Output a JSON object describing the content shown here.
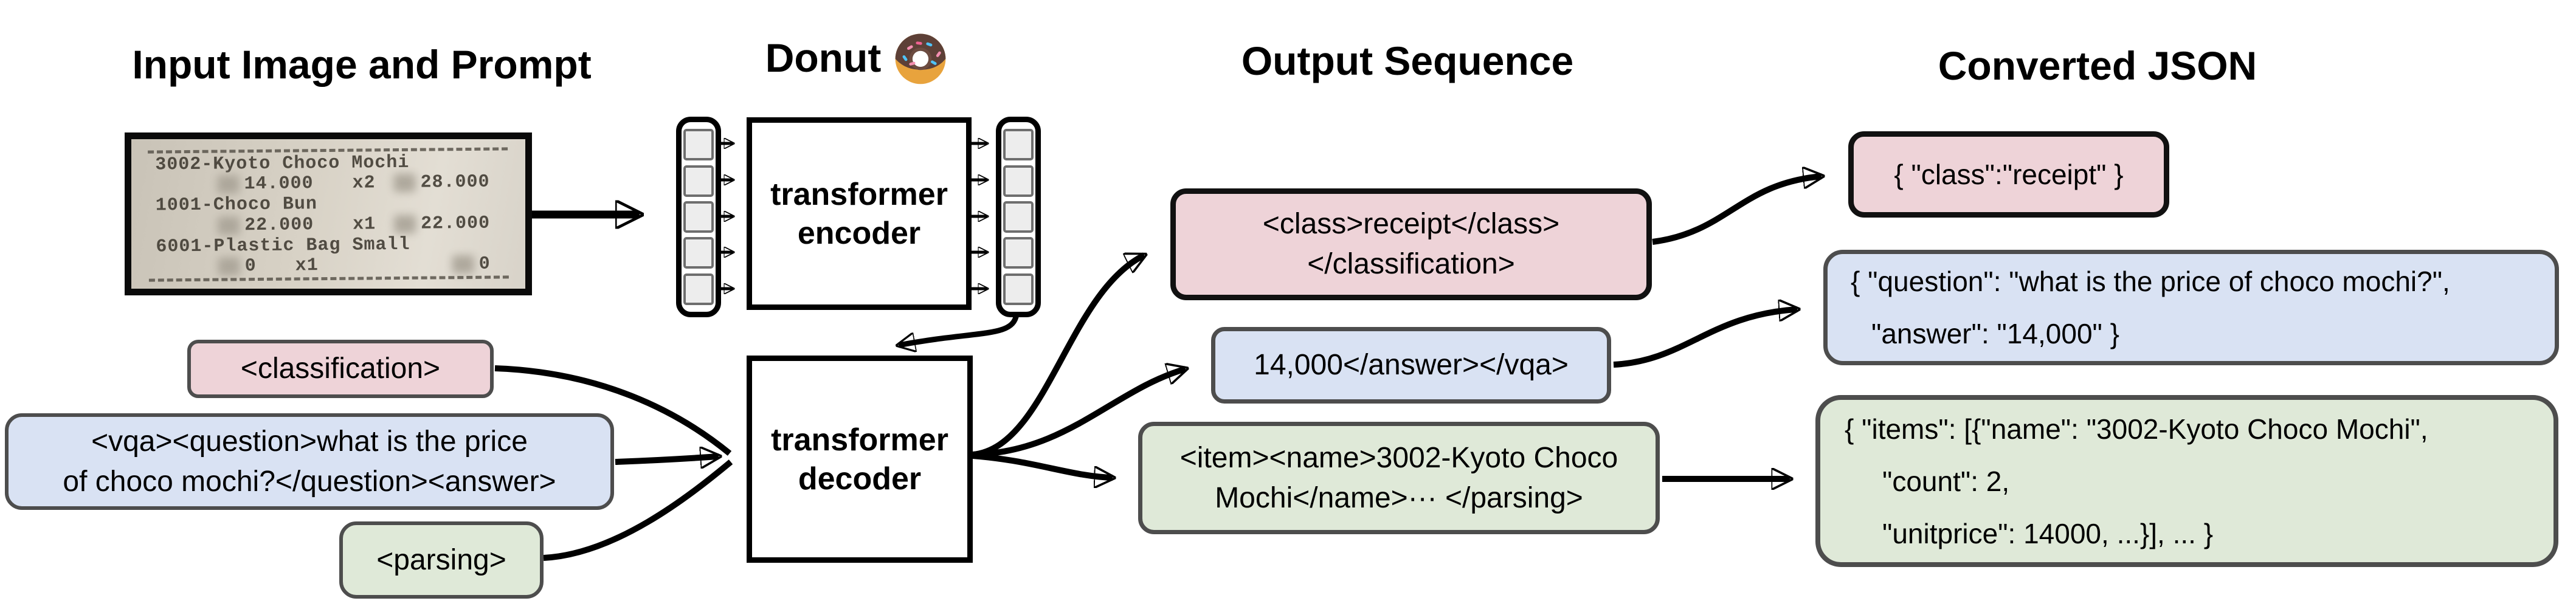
{
  "titles": {
    "input": "Input Image and Prompt",
    "model": "Donut",
    "output": "Output Sequence",
    "json": "Converted JSON"
  },
  "icons": {
    "model_title_icon": "donut-icon"
  },
  "receipt": {
    "item1": {
      "name": "3002-Kyoto Choco Mochi",
      "price": "14.000",
      "qty": "x2",
      "total": "28.000"
    },
    "item2": {
      "name": "1001-Choco Bun",
      "price": "22.000",
      "qty": "x1",
      "total": "22.000"
    },
    "item3": {
      "name": "6001-Plastic Bag Small",
      "price": "0",
      "qty": "x1",
      "total": "0"
    }
  },
  "model": {
    "encoder_line1": "transformer",
    "encoder_line2": "encoder",
    "decoder_line1": "transformer",
    "decoder_line2": "decoder"
  },
  "prompts": {
    "classification": {
      "text": "<classification>"
    },
    "vqa": {
      "line1": "<vqa><question>what is the price",
      "line2": "of choco mochi?</question><answer>"
    },
    "parsing": {
      "text": "<parsing>"
    }
  },
  "outputs": {
    "classification": {
      "line1": "<class>receipt</class>",
      "line2": "</classification>"
    },
    "vqa": {
      "text": "14,000</answer></vqa>"
    },
    "parsing": {
      "line1": "<item><name>3002-Kyoto Choco",
      "line2": "Mochi</name>··· </parsing>"
    }
  },
  "json_outputs": {
    "classification": {
      "text": "{ \"class\":\"receipt\" }"
    },
    "vqa": {
      "line1": "{ \"question\": \"what is the price of choco mochi?\",",
      "line2": "\"answer\": \"14,000\" }"
    },
    "parsing": {
      "line1": "{ \"items\": [{\"name\": \"3002-Kyoto Choco Mochi\",",
      "line2": "\"count\": 2,",
      "line3": "\"unitprice\": 14000, ...}], ... }"
    }
  },
  "colors": {
    "classification_fill": "#EED3D8",
    "vqa_fill": "#D9E2F3",
    "parsing_fill": "#DFE9D8",
    "box_border_dark": "#4D4D4D",
    "arrow": "#000000",
    "patch_fill": "#EDEDED"
  }
}
